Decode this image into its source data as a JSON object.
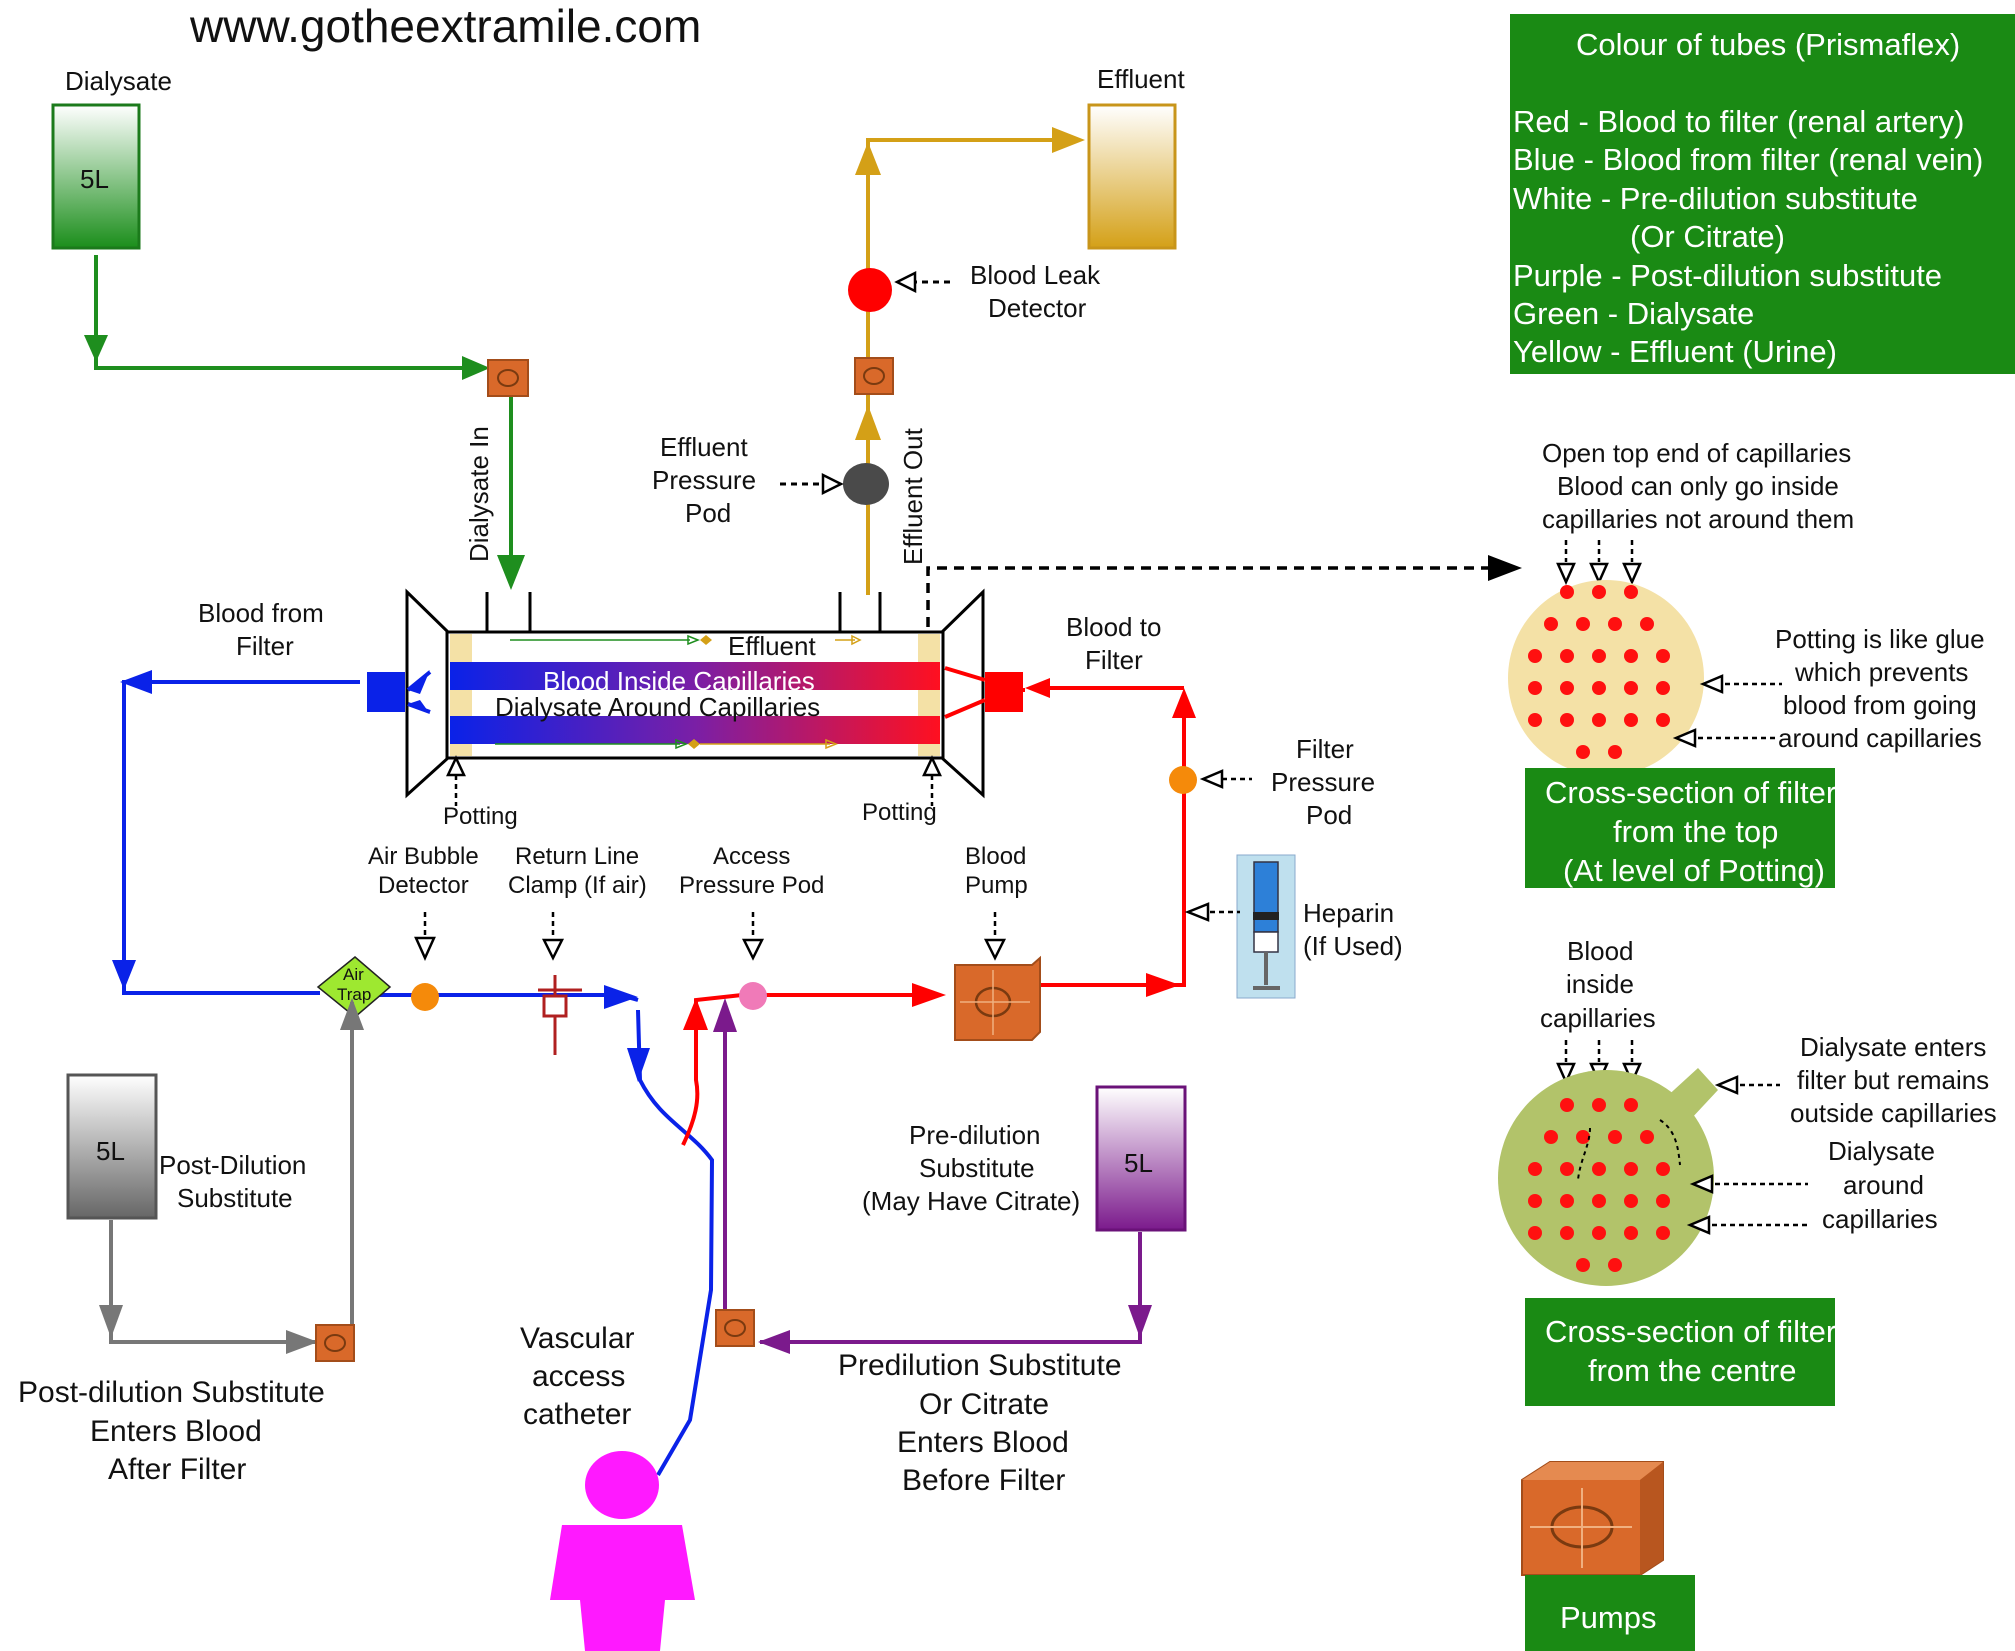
{
  "website": "www.gotheextramile.com",
  "bags": {
    "dialysate_label": "Dialysate",
    "dialysate_volume": "5L",
    "effluent_label": "Effluent",
    "post_volume": "5L",
    "pre_volume": "5L"
  },
  "labels": {
    "blood_leak": [
      "Blood Leak",
      "Detector"
    ],
    "effluent_pod": [
      "Effluent",
      "Pressure",
      "Pod"
    ],
    "dialysate_in": "Dialysate In",
    "effluent_out": "Effluent Out",
    "blood_from_filter": [
      "Blood from",
      "Filter"
    ],
    "blood_to_filter": [
      "Blood to",
      "Filter"
    ],
    "filter_effluent": "Effluent",
    "blood_inside": "Blood Inside Capillaries",
    "dialysate_around": "Dialysate Around Capillaries",
    "potting_left": "Potting",
    "potting_right": "Potting",
    "air_bubble": [
      "Air Bubble",
      "Detector"
    ],
    "return_clamp": [
      "Return Line",
      "Clamp (If air)"
    ],
    "access_pod": [
      "Access",
      "Pressure Pod"
    ],
    "blood_pump": [
      "Blood",
      "Pump"
    ],
    "filter_pod": [
      "Filter",
      "Pressure",
      "Pod"
    ],
    "heparin": [
      "Heparin",
      "(If Used)"
    ],
    "air_trap": [
      "Air",
      "Trap"
    ],
    "post_substitute": [
      "Post-Dilution",
      "Substitute"
    ],
    "post_enters": [
      "Post-dilution Substitute",
      "Enters Blood",
      "After Filter"
    ],
    "vascular": [
      "Vascular",
      "access",
      "catheter"
    ],
    "pre_substitute": [
      "Pre-dilution",
      "Substitute",
      "(May Have Citrate)"
    ],
    "pre_enters": [
      "Predilution Substitute",
      "Or Citrate",
      "Enters Blood",
      "Before Filter"
    ]
  },
  "legend": {
    "title": "Colour of tubes (Prismaflex)",
    "items": [
      "Red - Blood to filter (renal artery)",
      "Blue - Blood from filter (renal vein)",
      "White - Pre-dilution substitute",
      "(Or Citrate)",
      "Purple - Post-dilution substitute",
      "Green - Dialysate",
      "Yellow - Effluent (Urine)"
    ]
  },
  "cross_top": {
    "note": [
      "Open top end of capillaries",
      "Blood can only go inside",
      "capillaries not around them"
    ],
    "potting_note": [
      "Potting is like glue",
      "which prevents",
      "blood from going",
      "around capillaries"
    ],
    "box": [
      "Cross-section of filter",
      "from the top",
      "(At level of Potting)"
    ]
  },
  "cross_centre": {
    "blood_note": [
      "Blood",
      "inside",
      "capillaries"
    ],
    "enters_note": [
      "Dialysate enters",
      "filter but remains",
      "outside capillaries"
    ],
    "around_note": [
      "Dialysate",
      "around",
      "capillaries"
    ],
    "box": [
      "Cross-section of filter",
      "from the centre"
    ]
  },
  "pumps_box": "Pumps",
  "colors": {
    "blood_to": "#ff0000",
    "blood_from": "#0a22e8",
    "dialysate": "#1e8e1e",
    "effluent": "#d4a017",
    "pre": "#7b1a8c",
    "post": "#777777",
    "legend_bg": "#1a8a14",
    "pump": "#d9692a",
    "patient": "#ff19ff",
    "air_trap": "#9ee830",
    "potting": "#f4e1a6",
    "centre_bg": "#b2c36a"
  }
}
